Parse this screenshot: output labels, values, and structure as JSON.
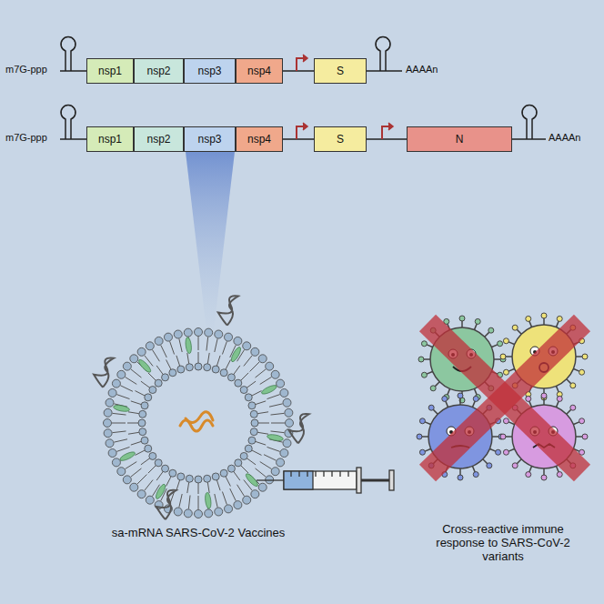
{
  "diagram": {
    "nodes": [
      {
        "text": [
          "nsp1"
        ]
      },
      {
        "text": [
          "nsp2"
        ]
      },
      {
        "text": [
          "nsp3"
        ]
      },
      {
        "text": [
          "nsp4"
        ]
      },
      {
        "text": [
          "S"
        ]
      },
      {
        "text": [
          "nsp1"
        ]
      },
      {
        "text": [
          "nsp2"
        ]
      },
      {
        "text": [
          "nsp3"
        ]
      },
      {
        "text": [
          "nsp4"
        ]
      },
      {
        "text": [
          "S"
        ]
      },
      {
        "text": [
          "N"
        ]
      }
    ],
    "labels": [
      "m7G-ppp",
      "AAAAn",
      "m7G-ppp",
      "AAAAn",
      "sa-mRNA SARS-CoV-2 Vaccines",
      "Cross-reactive immune response to SARS-CoV-2 variants"
    ]
  }
}
